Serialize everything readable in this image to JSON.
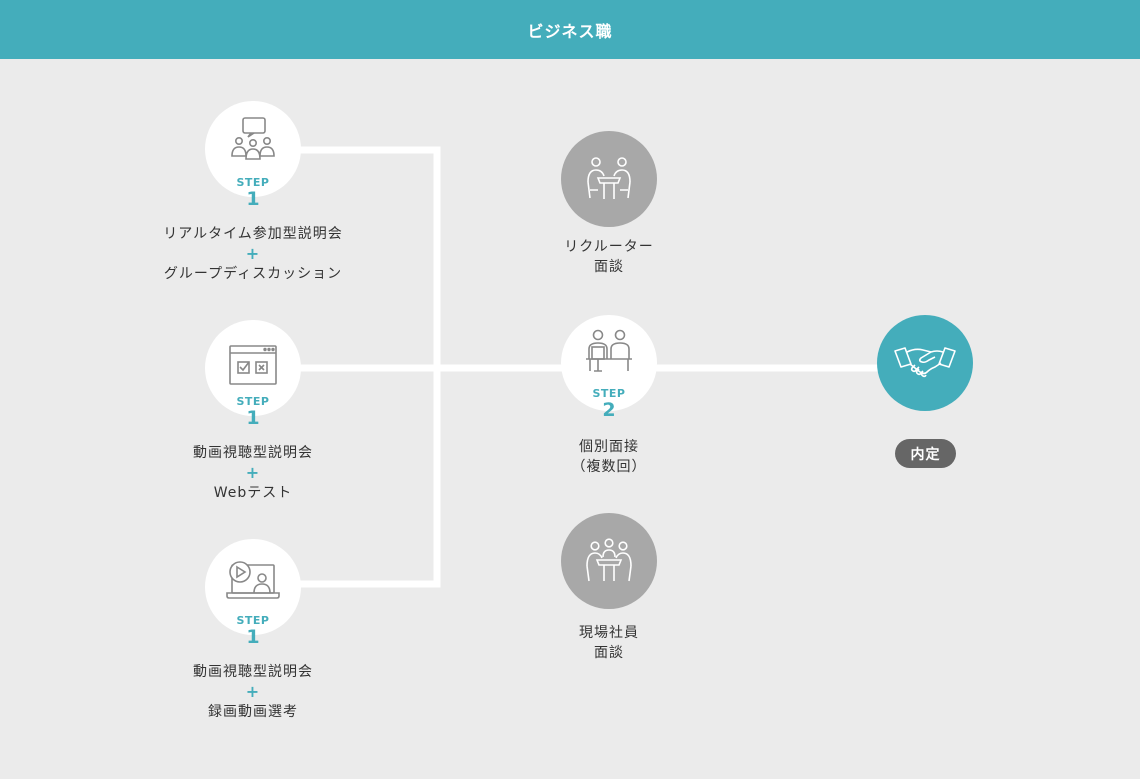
{
  "header": {
    "title": "ビジネス職"
  },
  "step_word": "STEP",
  "track_a": {
    "step_num": "1",
    "line1": "リアルタイム参加型説明会",
    "plus": "+",
    "line2": "グループディスカッション",
    "icon": "group-meeting-speech-icon"
  },
  "track_b": {
    "step_num": "1",
    "line1": "動画視聴型説明会",
    "plus": "+",
    "line2": "Webテスト",
    "icon": "web-test-checkbox-icon"
  },
  "track_c": {
    "step_num": "1",
    "line1": "動画視聴型説明会",
    "plus": "+",
    "line2": "録画動画選考",
    "icon": "video-recording-laptop-icon"
  },
  "recruiter": {
    "line1": "リクルーター",
    "line2": "面談",
    "icon": "two-people-table-icon"
  },
  "individual": {
    "step_num": "2",
    "line1": "個別面接",
    "line2": "（複数回）",
    "icon": "interview-desk-icon"
  },
  "staff": {
    "line1": "現場社員",
    "line2": "面談",
    "icon": "group-table-icon"
  },
  "offer": {
    "label": "内定",
    "icon": "handshake-icon"
  },
  "colors": {
    "accent": "#44adbb",
    "node_gray": "#a8a8a8",
    "badge": "#666666",
    "background": "#ebebeb"
  }
}
